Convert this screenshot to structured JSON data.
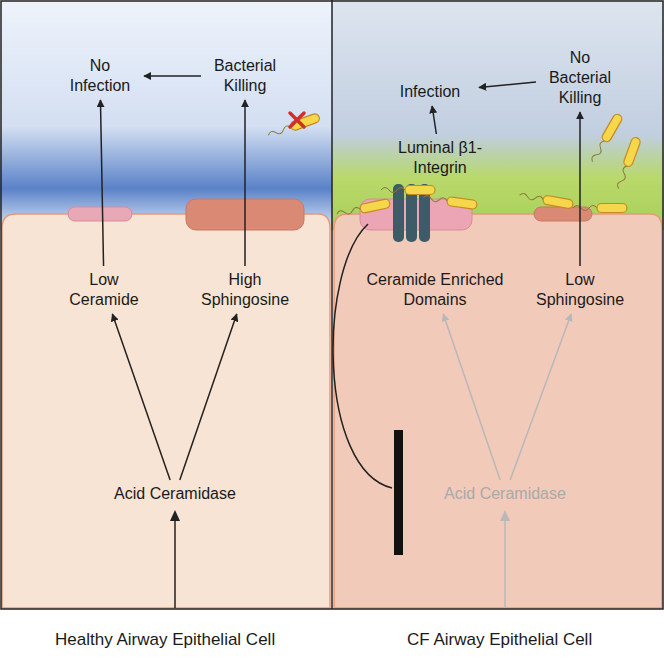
{
  "diagram": {
    "nodes": [
      {
        "text": [
          "No Infection"
        ]
      },
      {
        "text": [
          "Bacterial Killing"
        ]
      },
      {
        "text": [
          "Infection"
        ]
      },
      {
        "text": [
          "No Bacterial Killing"
        ]
      },
      {
        "text": [
          "Luminal β1-Integrin"
        ]
      },
      {
        "text": [
          "Low Ceramide"
        ]
      },
      {
        "text": [
          "High Sphingosine"
        ]
      },
      {
        "text": [
          "Ceramide Enriched Domains"
        ]
      },
      {
        "text": [
          "Low Sphingosine"
        ]
      },
      {
        "text": [
          "Acid Ceramidase"
        ]
      },
      {
        "text": [
          "Acid Ceramidase"
        ]
      }
    ],
    "edges": [
      {
        "from": 1,
        "to": 0,
        "arrow": "to"
      },
      {
        "from": 5,
        "to": 0,
        "arrow": "to"
      },
      {
        "from": 6,
        "to": 1,
        "arrow": "to"
      },
      {
        "from": 9,
        "to": 5,
        "arrow": "to"
      },
      {
        "from": 9,
        "to": 6,
        "arrow": "to"
      },
      {
        "from": 3,
        "to": 2,
        "arrow": "to"
      },
      {
        "from": 4,
        "to": 2,
        "arrow": "to"
      },
      {
        "from": 8,
        "to": 3,
        "arrow": "to"
      },
      {
        "from": 10,
        "to": 7,
        "arrow": "to"
      },
      {
        "from": 10,
        "to": 8,
        "arrow": "to"
      }
    ],
    "labels": [
      "Healthy Airway Epithelial Cell",
      "CF Airway Epithelial Cell"
    ]
  }
}
